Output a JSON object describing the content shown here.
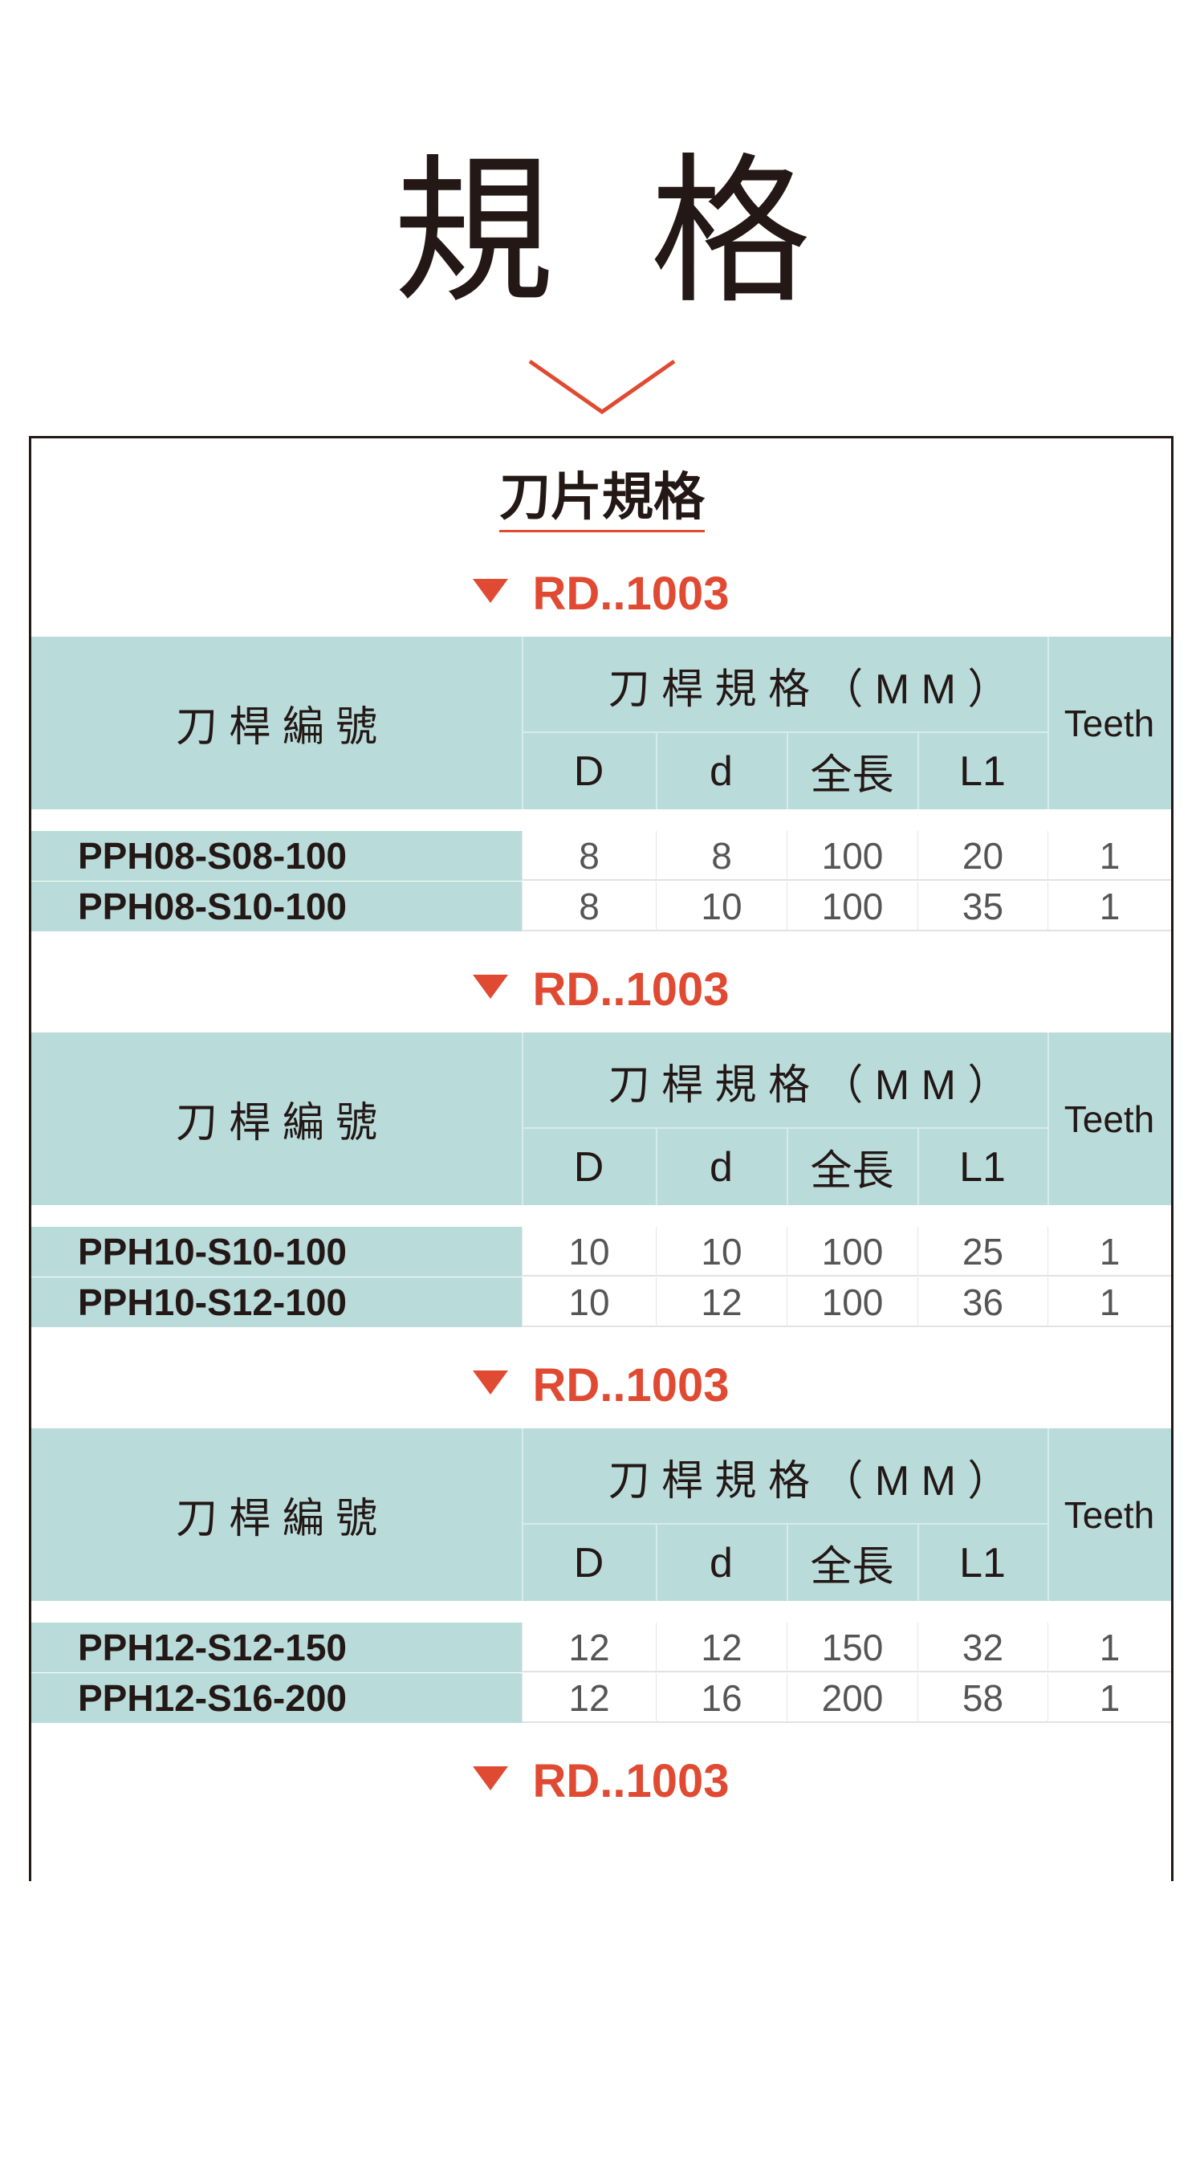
{
  "page_title": "規格",
  "subtitle": "刀片規格",
  "colors": {
    "accent": "#e04a32",
    "header_bg": "#b9dcdb"
  },
  "header": {
    "code": "刀 桿 編 號",
    "spec": "刀 桿 規 格 （ M M ）",
    "teeth": "Teeth",
    "cols": [
      "D",
      "d",
      "全長",
      "L1"
    ]
  },
  "sections": [
    {
      "label": "RD..1003",
      "rows": [
        {
          "code": "PPH08-S08-100",
          "D": "8",
          "d": "8",
          "length": "100",
          "L1": "20",
          "teeth": "1"
        },
        {
          "code": "PPH08-S10-100",
          "D": "8",
          "d": "10",
          "length": "100",
          "L1": "35",
          "teeth": "1"
        }
      ]
    },
    {
      "label": "RD..1003",
      "rows": [
        {
          "code": "PPH10-S10-100",
          "D": "10",
          "d": "10",
          "length": "100",
          "L1": "25",
          "teeth": "1"
        },
        {
          "code": "PPH10-S12-100",
          "D": "10",
          "d": "12",
          "length": "100",
          "L1": "36",
          "teeth": "1"
        }
      ]
    },
    {
      "label": "RD..1003",
      "rows": [
        {
          "code": "PPH12-S12-150",
          "D": "12",
          "d": "12",
          "length": "150",
          "L1": "32",
          "teeth": "1"
        },
        {
          "code": "PPH12-S16-200",
          "D": "12",
          "d": "16",
          "length": "200",
          "L1": "58",
          "teeth": "1"
        }
      ]
    },
    {
      "label": "RD..1003",
      "rows": []
    }
  ]
}
